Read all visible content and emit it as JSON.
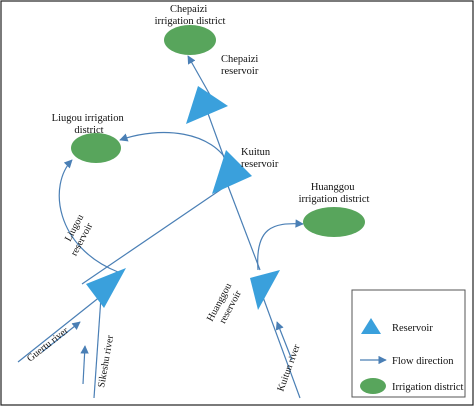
{
  "colors": {
    "line": "#4a7fb5",
    "reservoir": "#3aa0dc",
    "district": "#58a55c",
    "frame": "#222222",
    "legend_border": "#555555"
  },
  "labels": {
    "chepaizi_district": [
      "Chepaizi",
      "irrigation district"
    ],
    "chepaizi_reservoir": [
      "Chepaizi",
      "reservoir"
    ],
    "liugou_district": [
      "Liugou irrigation",
      "district"
    ],
    "kuitun_reservoir": [
      "Kuitun",
      "reservoir"
    ],
    "huanggou_district": [
      "Huanggou",
      "irrigation district"
    ],
    "liugou_reservoir": [
      "Liugou",
      "reservoir"
    ],
    "huanggou_reservoir": [
      "Huanggou",
      "reservoir"
    ],
    "guertu_river": "Guertu river",
    "sikeshu_river": "Sikeshu river",
    "kuitun_river": "Kuitun river"
  },
  "legend": {
    "items": [
      {
        "icon": "triangle-icon",
        "label": "Reservoir"
      },
      {
        "icon": "arrow-icon",
        "label": "Flow direction"
      },
      {
        "icon": "ellipse-icon",
        "label": "Irrigation district"
      }
    ]
  }
}
